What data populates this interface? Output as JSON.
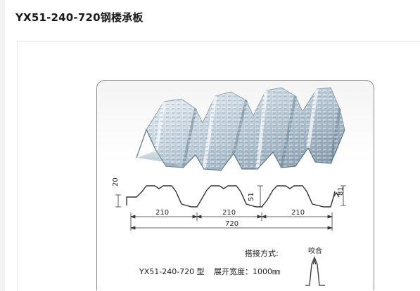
{
  "page": {
    "title": "YX51-240-720钢楼承板"
  },
  "drawing": {
    "dim_height_left": "20",
    "dim_rib_height": "51",
    "dim_height_right": "81",
    "dim_span_1": "210",
    "dim_span_2": "210",
    "dim_span_3": "210",
    "dim_total": "720",
    "joint_label": "搭接方式:",
    "joint_type": "咬合",
    "model": "YX51-240-720 型",
    "width_label": "展开宽度：1000㎜"
  },
  "colors": {
    "steel_light": "#dfe8ef",
    "steel_mid": "#a9bccb",
    "steel_dark": "#6f8698",
    "line": "#333333"
  }
}
